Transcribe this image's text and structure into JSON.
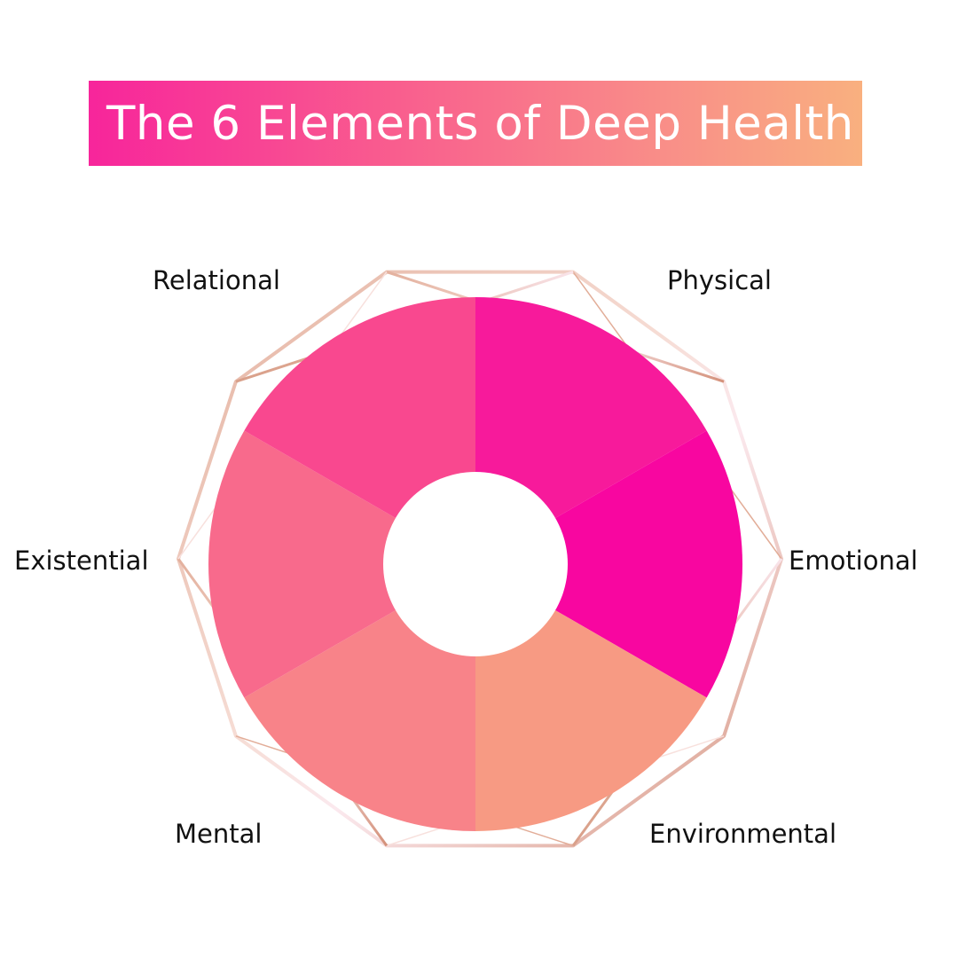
{
  "title": "The 6 Elements of Deep Health",
  "elements": [
    {
      "label": "Physical",
      "color": "#f71a9b"
    },
    {
      "label": "Emotional",
      "color": "#f806a0"
    },
    {
      "label": "Environmental",
      "color": "#f79a83"
    },
    {
      "label": "Mental",
      "color": "#f88389"
    },
    {
      "label": "Existential",
      "color": "#f86a8c"
    },
    {
      "label": "Relational",
      "color": "#f9488f"
    }
  ],
  "frame_color": "#dca690"
}
